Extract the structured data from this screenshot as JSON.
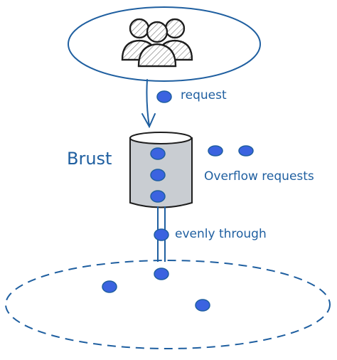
{
  "labels": {
    "request": "request",
    "brust": "Brust",
    "overflow": "Overflow requests",
    "evenly": "evenly through"
  },
  "icons": {
    "users": "users-group-icon",
    "bucket": "bucket-icon",
    "request_token": "request-dot-icon"
  },
  "colors": {
    "stroke": "#1f5fa0",
    "dot_fill": "#3b63e0",
    "bucket_fill": "#c9cdd2",
    "ink": "#1e1e1e"
  }
}
